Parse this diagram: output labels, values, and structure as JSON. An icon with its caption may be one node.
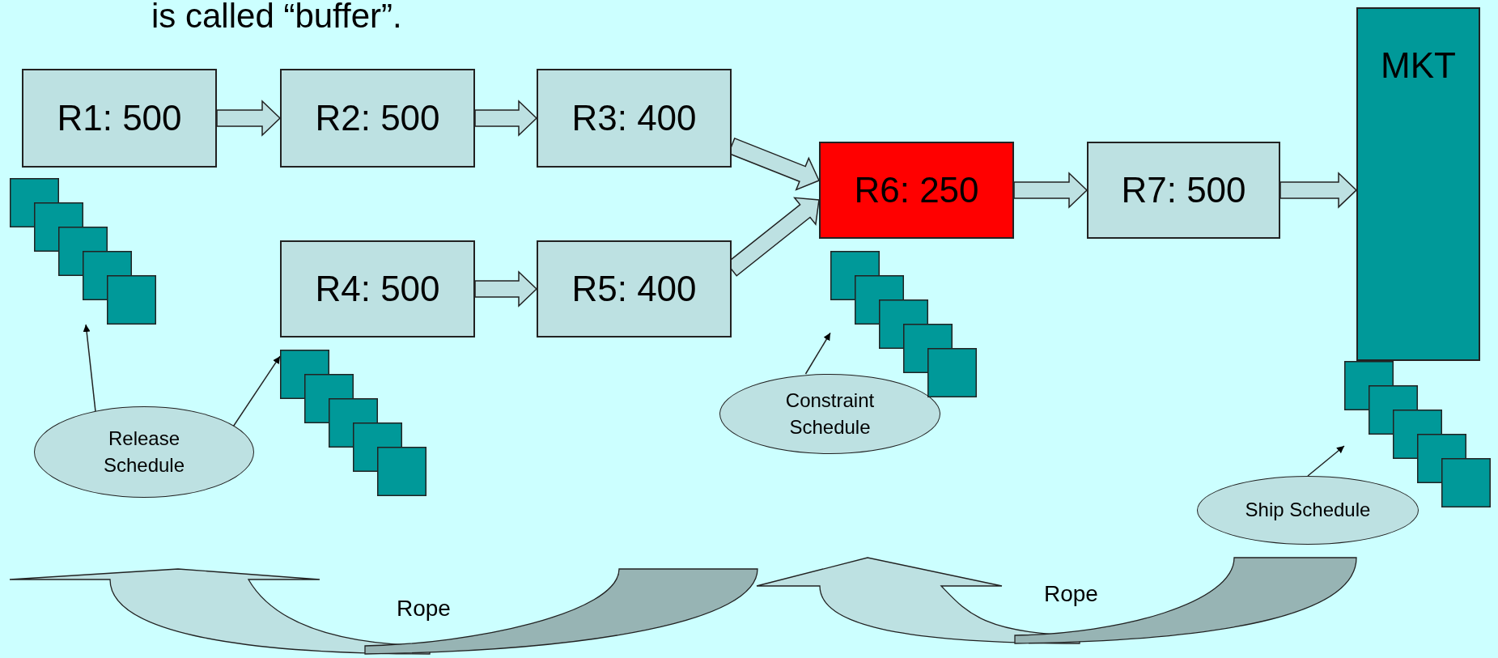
{
  "diagram": {
    "nodes": [
      {
        "text": [
          "R1: 500"
        ]
      },
      {
        "text": [
          "R2: 500"
        ]
      },
      {
        "text": [
          "R3: 400"
        ]
      },
      {
        "text": [
          "R4: 500"
        ]
      },
      {
        "text": [
          "R5: 400"
        ]
      },
      {
        "text": [
          "R6: 250"
        ]
      },
      {
        "text": [
          "R7: 500"
        ]
      },
      {
        "text": [
          "MKT"
        ]
      },
      {
        "text": [
          "Release Schedule"
        ]
      },
      {
        "text": [
          "Constraint Schedule"
        ]
      },
      {
        "text": [
          "Ship Schedule"
        ]
      },
      {
        "text": [],
        "shape": "box"
      },
      {
        "text": [],
        "shape": "box"
      },
      {
        "text": [],
        "shape": "box"
      },
      {
        "text": [],
        "shape": "box"
      }
    ],
    "edges": [
      {
        "from": 0,
        "to": 1,
        "arrow": "to"
      },
      {
        "from": 1,
        "to": 2,
        "arrow": "to"
      },
      {
        "from": 2,
        "to": 5,
        "arrow": "to"
      },
      {
        "from": 3,
        "to": 4,
        "arrow": "to"
      },
      {
        "from": 4,
        "to": 5,
        "arrow": "to"
      },
      {
        "from": 5,
        "to": 6,
        "arrow": "to"
      },
      {
        "from": 6,
        "to": 7,
        "arrow": "to"
      },
      {
        "from": 8,
        "to": 11,
        "arrow": "to"
      },
      {
        "from": 8,
        "to": 12,
        "arrow": "to"
      },
      {
        "from": 9,
        "to": 13,
        "arrow": "to"
      },
      {
        "from": 10,
        "to": 14,
        "arrow": "to"
      }
    ],
    "labels": [
      "is called “buffer”.",
      "Rope",
      "Rope"
    ]
  }
}
